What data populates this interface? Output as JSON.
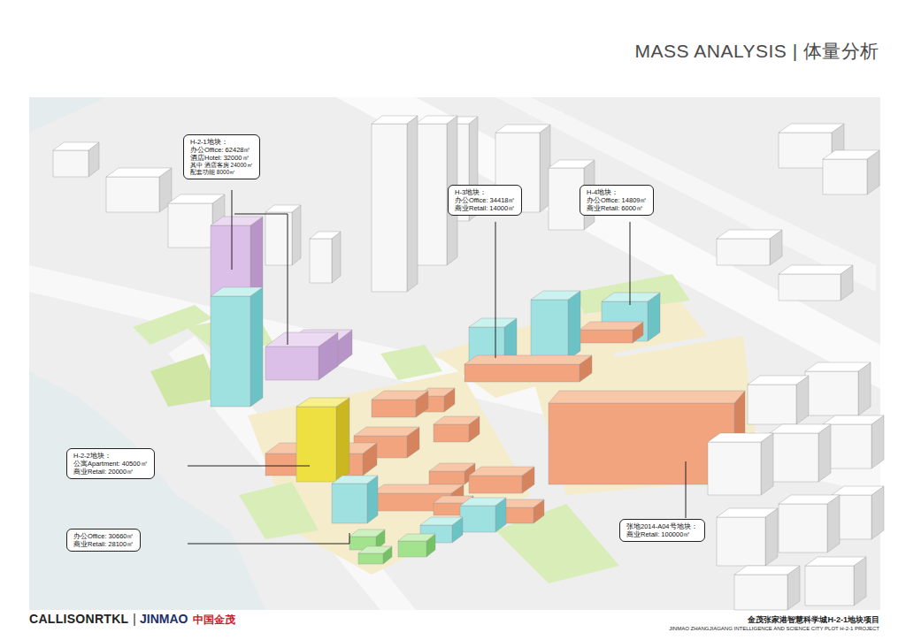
{
  "diagram": {
    "title": "MASS ANALYSIS | 体量分析",
    "nodes": [
      {
        "text": [
          "H-2-1地块：",
          "办公Office: 62428㎡",
          "酒店Hotel: 32000㎡",
          "其中 酒店客房 24000㎡",
          "配套功能 8000㎡"
        ]
      },
      {
        "text": [
          "H-3地块：",
          "办公Office: 34418㎡",
          "商业Retail: 14000㎡"
        ]
      },
      {
        "text": [
          "H-4地块：",
          "办公Office: 14809㎡",
          "商业Retail: 6000㎡"
        ]
      },
      {
        "text": [
          "H-2-2地块：",
          "公寓Apartment: 40500㎡",
          "商业Retail: 20000㎡"
        ]
      },
      {
        "text": [
          "办公Office: 30660㎡",
          "商业Retail: 28100㎡"
        ]
      },
      {
        "text": [
          "张地2014-A04号地块：",
          "商业Retail: 100000㎡"
        ]
      }
    ],
    "labels": [
      "CALLISONRTKL",
      "JINMAO",
      "中国金茂",
      "金茂张家港智慧科学城H-2-1地块项目",
      "JINMAO ZHANGJIAGANG INTELLIGENCE AND SCIENCE CITY PLOT H-2-1 PROJECT"
    ]
  }
}
